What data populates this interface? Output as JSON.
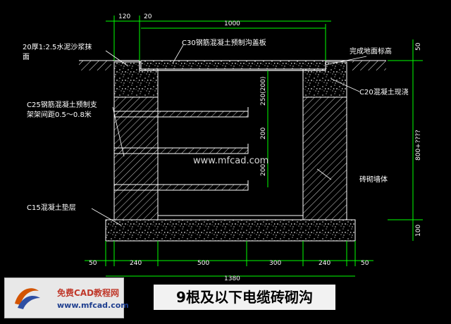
{
  "title": "9根及以下电缆砖砌沟",
  "watermark": "www.mfcad.com",
  "logo": {
    "name": "免费CAD教程网",
    "url": "www.mfcad.com"
  },
  "labels": {
    "mortar": "20厚1:2.5水泥沙浆抹",
    "mortar2": "面",
    "cover": "C30钢筋混凝土预制沟盖板",
    "ground": "完成地面标高",
    "c20": "C20混凝土现浇",
    "bracket1": "C25钢筋混凝土预制支",
    "bracket2": "架架间距0.5～0.8米",
    "wall": "砖砌墙体",
    "base": "C15混凝土垫层"
  },
  "dims": {
    "top_120": "120",
    "top_20": "20",
    "top_1000": "1000",
    "right_50": "50",
    "right_800": "800+????",
    "right_100": "100",
    "mid_250": "250(200)",
    "mid_200a": "200",
    "mid_200b": "200",
    "b_50l": "50",
    "b_240l": "240",
    "b_500": "500",
    "b_300": "300",
    "b_240r": "240",
    "b_50r": "50",
    "total": "1380"
  },
  "colors": {
    "dim_line": "#00ff00",
    "outline": "#ffffff",
    "hatch": "#bfbfbf",
    "background": "#000000"
  }
}
